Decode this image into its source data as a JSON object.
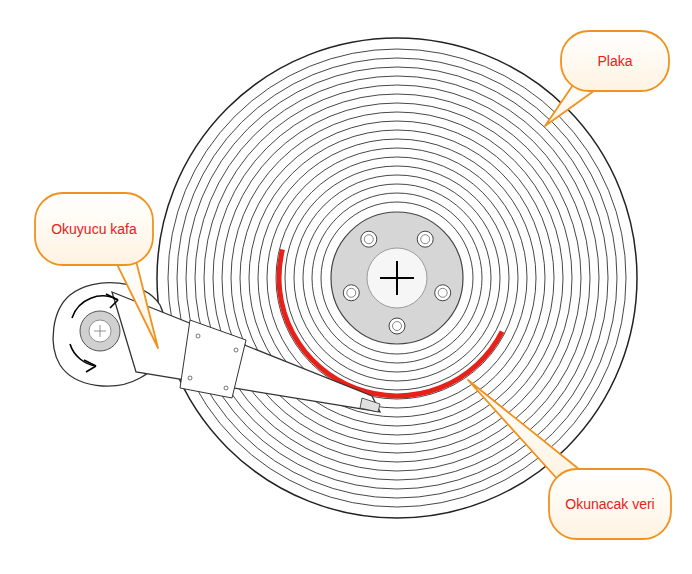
{
  "diagram": {
    "nodes": [
      {
        "text": [
          "Plaka"
        ]
      },
      {
        "text": [
          "Okuyucu kafa"
        ]
      },
      {
        "text": [
          "Okunacak veri"
        ]
      }
    ]
  }
}
